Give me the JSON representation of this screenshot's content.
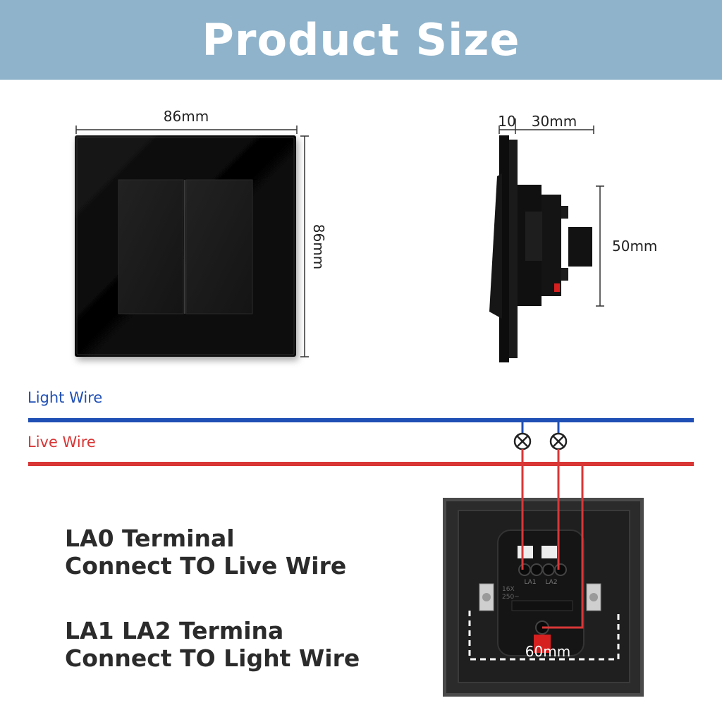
{
  "header": {
    "title": "Product Size"
  },
  "dimensions": {
    "front_width": "86mm",
    "front_height": "86mm",
    "side_front": "10",
    "side_depth": "30mm",
    "side_height": "50mm",
    "back_width": "60mm"
  },
  "wires": {
    "light_label": "Light Wire",
    "live_label": "Live Wire",
    "light_color": "#1f4fb5",
    "live_color": "#d93636"
  },
  "terminals": {
    "la1": "LA1",
    "la2": "LA2",
    "rating_1": "16X",
    "rating_2": "250~"
  },
  "instructions": {
    "line1": "LA0 Terminal",
    "line2": "Connect TO Live Wire",
    "line3": "LA1 LA2 Termina",
    "line4": "Connect TO Light Wire"
  }
}
